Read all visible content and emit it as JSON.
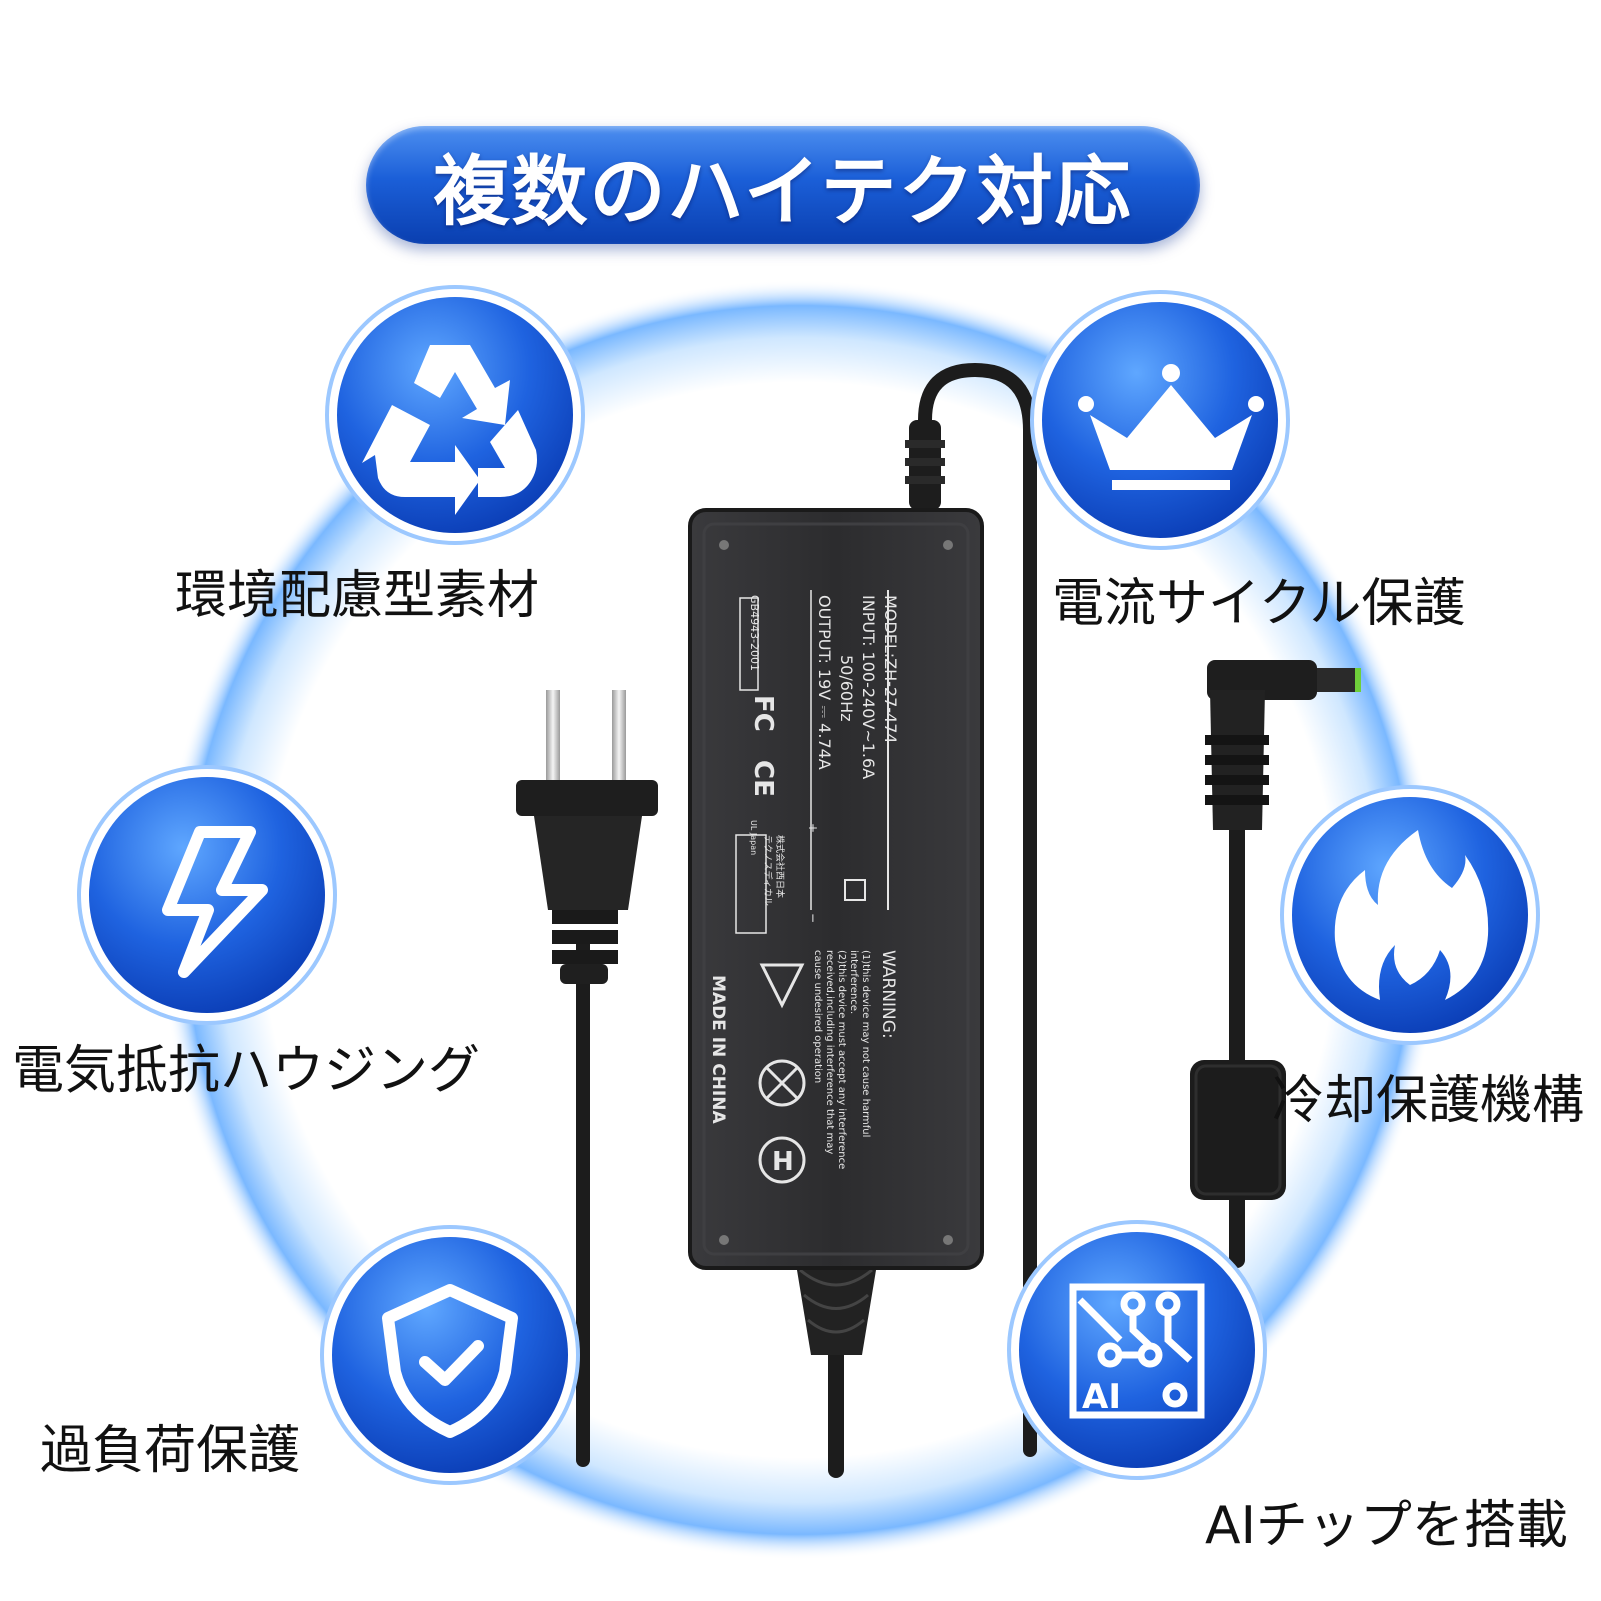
{
  "banner": {
    "title": "複数のハイテク対応"
  },
  "features": [
    {
      "label": "環境配慮型素材",
      "icon": "recycle-icon"
    },
    {
      "label": "電流サイクル保護",
      "icon": "crown-icon"
    },
    {
      "label": "電気抵抗ハウジング",
      "icon": "lightning-icon"
    },
    {
      "label": "冷却保護機構",
      "icon": "flame-icon"
    },
    {
      "label": "過負荷保護",
      "icon": "shield-check-icon"
    },
    {
      "label": "AIチップを搭載",
      "icon": "ai-chip-icon"
    }
  ],
  "adapter_label": {
    "model": "MODEL:ZH-27-474",
    "input": "INPUT: 100-240V~1.6A",
    "hz": "50/60Hz",
    "output": "OUTPUT: 19V ⎓ 4.74A",
    "gb": "GB4943-2001",
    "warning_title": "WARNING:",
    "warning_1": "(1)this device may not cause harmful",
    "warning_1b": "interference.",
    "warning_2": "(2)this device must accept any interference",
    "warning_2b": "received,including interference that may",
    "warning_2c": "cause undesired operation",
    "made_in": "MADE IN CHINA",
    "fcc": "FC",
    "ce": "CE",
    "pse_line1": "株式会社西日本",
    "pse_line2": "テクノスディカル",
    "pse_ul": "UL Japan",
    "polarity_plus": "+",
    "polarity_minus": "−"
  },
  "colors": {
    "blue_dark": "#0b44c4",
    "blue_light": "#6cb2ff",
    "ring": "#9dd0ff",
    "adapter": "#2b2b2d",
    "connector_tip": "#6ecf3a"
  }
}
